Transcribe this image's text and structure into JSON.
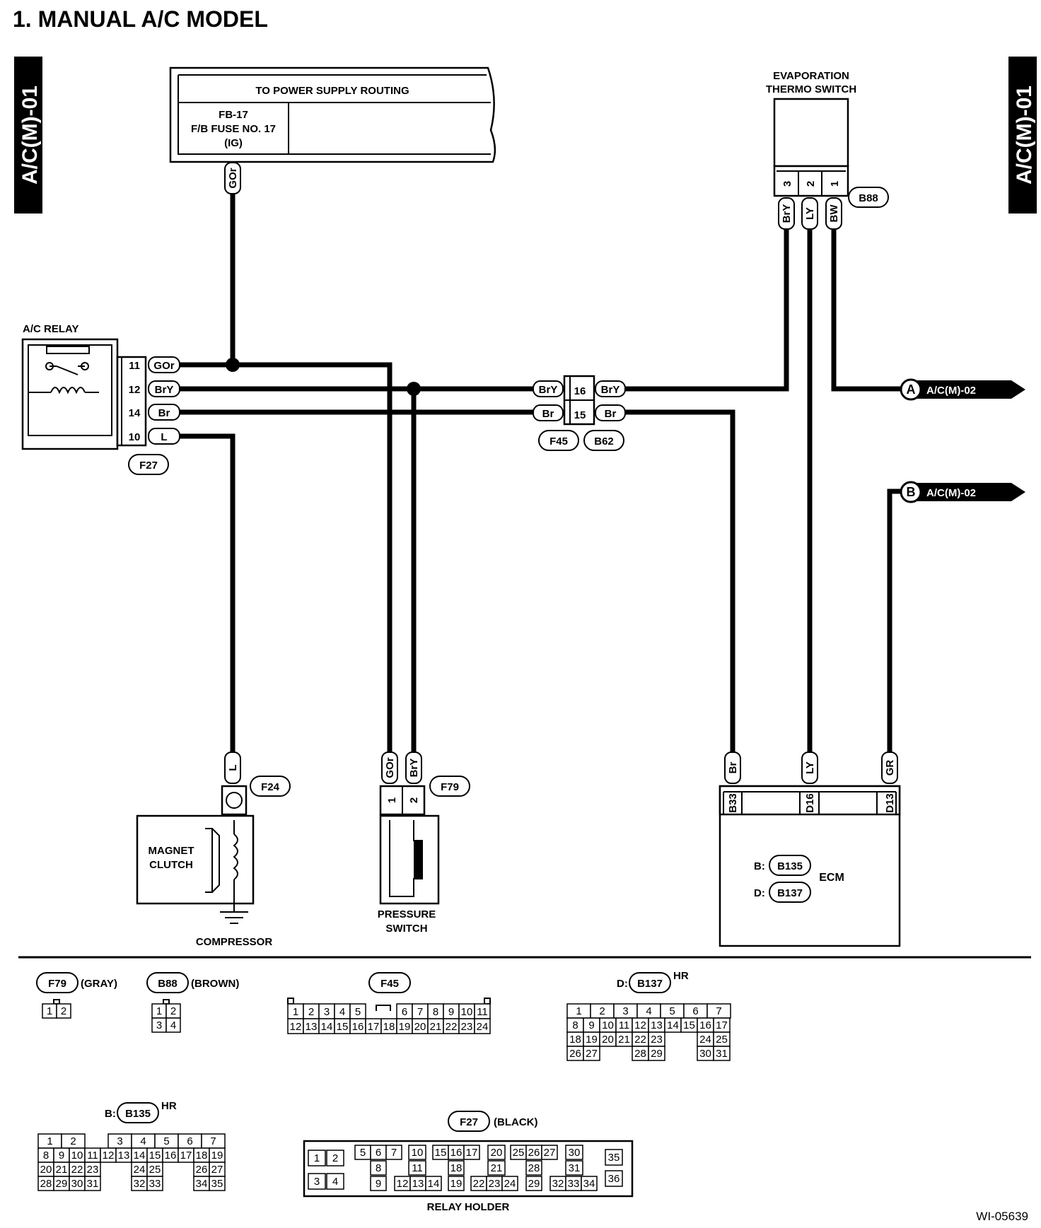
{
  "header": {
    "title": "1.  MANUAL A/C MODEL",
    "side_tab": "A/C(M)-01"
  },
  "power_supply": {
    "title": "TO POWER SUPPLY ROUTING",
    "fuse_line1": "FB-17",
    "fuse_line2": "F/B FUSE NO. 17",
    "fuse_line3": "(IG)",
    "wire": "GOr"
  },
  "ac_relay": {
    "label": "A/C RELAY",
    "connector": "F27",
    "pins": [
      {
        "num": "11",
        "wire": "GOr"
      },
      {
        "num": "12",
        "wire": "BrY"
      },
      {
        "num": "14",
        "wire": "Br"
      },
      {
        "num": "10",
        "wire": "L"
      }
    ]
  },
  "joint": {
    "left_connector": "F45",
    "right_connector": "B62",
    "rows": [
      {
        "left_wire": "BrY",
        "pin": "16",
        "right_wire": "BrY"
      },
      {
        "left_wire": "Br",
        "pin": "15",
        "right_wire": "Br"
      }
    ]
  },
  "evap_switch": {
    "line1": "EVAPORATION",
    "line2": "THERMO SWITCH",
    "connector": "B88",
    "pins": [
      {
        "num": "3",
        "wire": "BrY"
      },
      {
        "num": "2",
        "wire": "LY"
      },
      {
        "num": "1",
        "wire": "BW"
      }
    ]
  },
  "refs": [
    {
      "letter": "A",
      "label": "A/C(M)-02"
    },
    {
      "letter": "B",
      "label": "A/C(M)-02"
    }
  ],
  "compressor": {
    "wire": "L",
    "connector": "F24",
    "clutch_line1": "MAGNET",
    "clutch_line2": "CLUTCH",
    "label": "COMPRESSOR"
  },
  "pressure_switch": {
    "connector": "F79",
    "pins": [
      {
        "num": "1",
        "wire": "GOr"
      },
      {
        "num": "2",
        "wire": "BrY"
      }
    ],
    "line1": "PRESSURE",
    "line2": "SWITCH"
  },
  "ecm": {
    "label": "ECM",
    "terminals": [
      {
        "wire": "Br",
        "pin": "B33"
      },
      {
        "wire": "LY",
        "pin": "D16"
      },
      {
        "wire": "GR",
        "pin": "D13"
      }
    ],
    "conn_b_prefix": "B:",
    "conn_b": "B135",
    "conn_d_prefix": "D:",
    "conn_d": "B137"
  },
  "connector_views": {
    "f79": {
      "name": "F79",
      "color": "(GRAY)"
    },
    "b88": {
      "name": "B88",
      "color": "(BROWN)"
    },
    "f45": {
      "name": "F45"
    },
    "b137": {
      "prefix": "D:",
      "name": "B137",
      "tag": "HR"
    },
    "b135": {
      "prefix": "B:",
      "name": "B135",
      "tag": "HR"
    },
    "f27": {
      "name": "F27",
      "color": "(BLACK)",
      "caption": "RELAY HOLDER"
    }
  },
  "figure_code": "WI-05639"
}
